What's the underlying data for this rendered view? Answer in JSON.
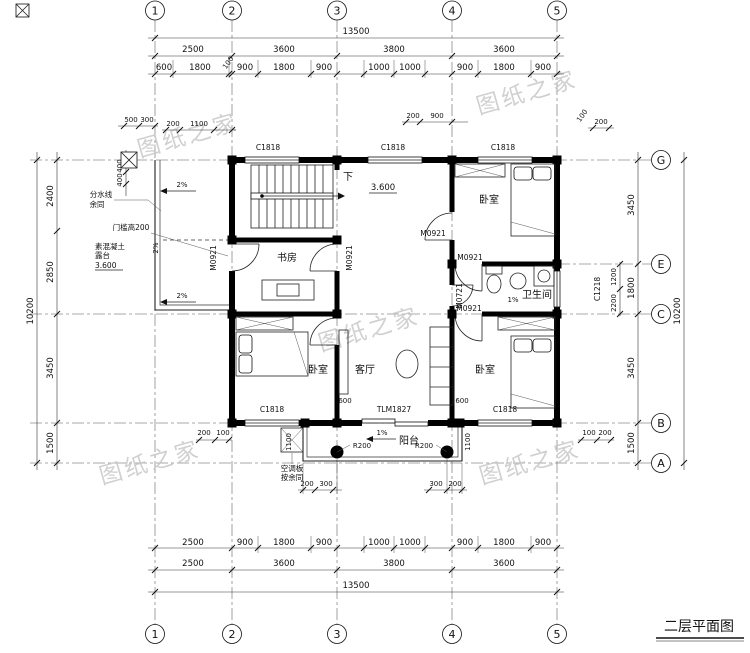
{
  "title": "二层平面图",
  "watermark": "图纸之家",
  "axes": {
    "v": [
      "1",
      "2",
      "3",
      "4",
      "5"
    ],
    "h": [
      "G",
      "E",
      "C",
      "B",
      "A"
    ]
  },
  "dims": {
    "total": "13500",
    "bays": [
      "2500",
      "3600",
      "3800",
      "3600"
    ],
    "top_row": [
      "600",
      "1800",
      "900",
      "1800",
      "900",
      "1000",
      "1000",
      "900",
      "1800",
      "900"
    ],
    "bottom_row": [
      "2500",
      "900",
      "1800",
      "900",
      "1000",
      "1000",
      "900",
      "1800",
      "900"
    ],
    "left": [
      "2400",
      "2850",
      "3450",
      "1500"
    ],
    "left_total": "10200",
    "right": [
      "3450",
      "1800",
      "3450",
      "1500"
    ],
    "right_total": "10200",
    "right_window": [
      "1200",
      "2200"
    ],
    "sm": {
      "d100": "100",
      "d200": "200",
      "d300": "300",
      "d400": "400",
      "d500": "500",
      "d600": "600",
      "d900": "900",
      "d1100": "1100"
    }
  },
  "levels": {
    "floor": "3.600"
  },
  "slopes": {
    "p1": "1%",
    "p2": "2%"
  },
  "radius_label": "R200",
  "rooms": {
    "study": "书房",
    "bedroom": "卧室",
    "living": "客厅",
    "bath": "卫生间",
    "balcony": "阳台",
    "down": "下"
  },
  "tags": {
    "c1818": "C1818",
    "c1218": "C1218",
    "m0921": "M0921",
    "m0721": "M0721",
    "tlm": "TLM1827"
  },
  "notes": {
    "water1": "分水线",
    "water2": "余同",
    "threshold": "门槛高200",
    "conc1": "素混凝土",
    "conc2": "露台",
    "ac1": "空调板",
    "ac2": "按余同"
  }
}
